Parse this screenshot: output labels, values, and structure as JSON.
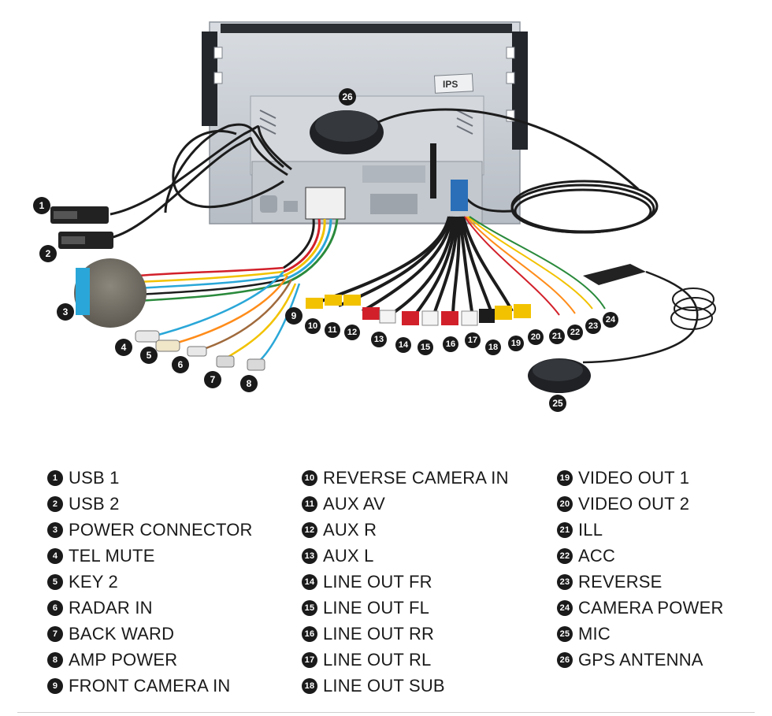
{
  "device": {
    "sticker_text": "IPS"
  },
  "legend": {
    "columns": [
      [
        {
          "num": "1",
          "label": "USB 1"
        },
        {
          "num": "2",
          "label": "USB 2"
        },
        {
          "num": "3",
          "label": "POWER CONNECTOR"
        },
        {
          "num": "4",
          "label": "TEL MUTE"
        },
        {
          "num": "5",
          "label": "KEY 2"
        },
        {
          "num": "6",
          "label": "RADAR IN"
        },
        {
          "num": "7",
          "label": "BACK WARD"
        },
        {
          "num": "8",
          "label": "AMP POWER"
        },
        {
          "num": "9",
          "label": "FRONT CAMERA IN"
        }
      ],
      [
        {
          "num": "10",
          "label": "REVERSE CAMERA IN"
        },
        {
          "num": "11",
          "label": "AUX AV"
        },
        {
          "num": "12",
          "label": "AUX R"
        },
        {
          "num": "13",
          "label": "AUX L"
        },
        {
          "num": "14",
          "label": "LINE OUT FR"
        },
        {
          "num": "15",
          "label": "LINE OUT FL"
        },
        {
          "num": "16",
          "label": "LINE OUT RR"
        },
        {
          "num": "17",
          "label": "LINE OUT RL"
        },
        {
          "num": "18",
          "label": "LINE OUT SUB"
        }
      ],
      [
        {
          "num": "19",
          "label": "VIDEO OUT 1"
        },
        {
          "num": "20",
          "label": "VIDEO OUT 2"
        },
        {
          "num": "21",
          "label": "ILL"
        },
        {
          "num": "22",
          "label": "ACC"
        },
        {
          "num": "23",
          "label": "REVERSE"
        },
        {
          "num": "24",
          "label": "CAMERA POWER"
        },
        {
          "num": "25",
          "label": "MIC"
        },
        {
          "num": "26",
          "label": "GPS ANTENNA"
        }
      ]
    ]
  },
  "callouts": [
    "1",
    "2",
    "3",
    "4",
    "5",
    "6",
    "7",
    "8",
    "9",
    "10",
    "11",
    "12",
    "13",
    "14",
    "15",
    "16",
    "17",
    "18",
    "19",
    "20",
    "21",
    "22",
    "23",
    "24",
    "25",
    "26"
  ],
  "colors": {
    "badge": "#1a1a1a",
    "rca_yellow": "#f2c200",
    "rca_red": "#d2202a",
    "rca_white": "#f4f4f4",
    "panel": "#c9ced5",
    "connector_blue": "#2aa7d8"
  }
}
